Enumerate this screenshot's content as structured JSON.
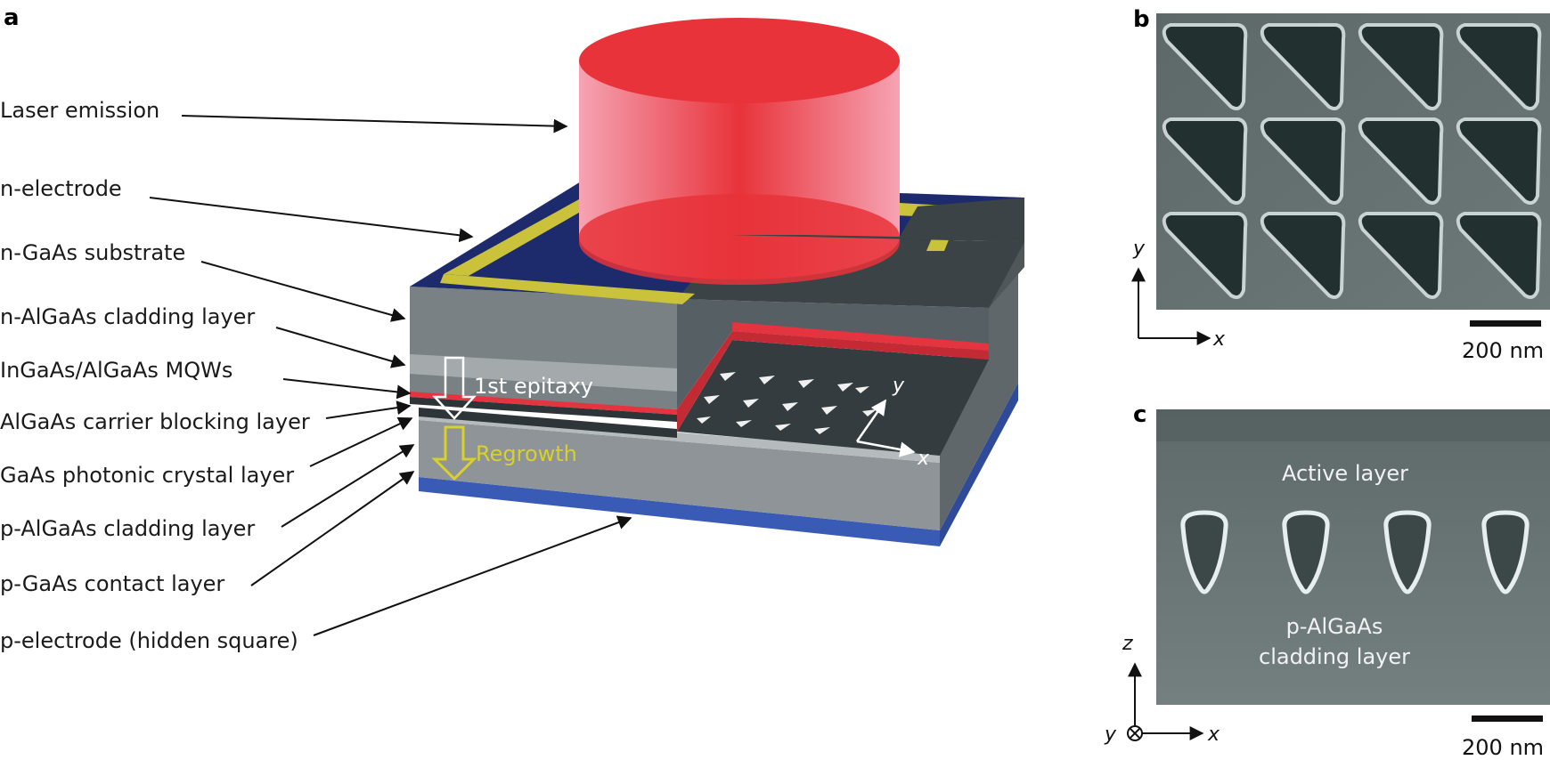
{
  "panels": {
    "a": "a",
    "b": "b",
    "c": "c"
  },
  "labels": [
    "Laser emission",
    "n-electrode",
    "n-GaAs substrate",
    "n-AlGaAs cladding layer",
    "InGaAs/AlGaAs MQWs",
    "AlGaAs carrier blocking layer",
    "GaAs photonic crystal layer",
    "p-AlGaAs cladding layer",
    "p-GaAs contact layer",
    "p-electrode (hidden square)"
  ],
  "device": {
    "first_epitaxy": "1st epitaxy",
    "regrowth": "Regrowth",
    "axis_x": "x",
    "axis_y": "y"
  },
  "panel_b": {
    "axis_x": "x",
    "axis_y": "y",
    "scale_bar": "200 nm"
  },
  "panel_c": {
    "active_layer": "Active layer",
    "cladding_line1": "p-AlGaAs",
    "cladding_line2": "cladding layer",
    "axis_x": "x",
    "axis_y": "y",
    "axis_z": "z",
    "scale_bar": "200 nm"
  },
  "colors": {
    "beam_red": "#e8333a",
    "electrode_yellow": "#c9c23a",
    "top_navy": "#1d2a6b",
    "cladding_gray": "#8a9093",
    "dark_layer": "#3b4346",
    "blocking_red": "#e3343f",
    "bottom_blue": "#3a5bb5",
    "sem_gray": "#6e7a7a"
  }
}
